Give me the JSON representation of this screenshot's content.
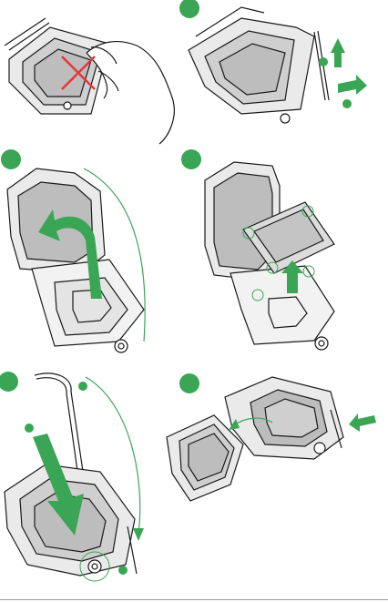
{
  "figure": {
    "steps": [
      {
        "name": "remove-cover-warning",
        "marker": ""
      },
      {
        "name": "release-load-lever",
        "marker": ""
      },
      {
        "name": "lift-load-plate",
        "marker": ""
      },
      {
        "name": "insert-cpu",
        "marker": ""
      },
      {
        "name": "close-plate-and-lever",
        "marker": ""
      },
      {
        "name": "remove-pnp-cap",
        "marker": ""
      }
    ]
  },
  "colors": {
    "arrow": "#3aa655",
    "forbid": "#e8343b",
    "line": "#1a1a1a",
    "socket_fill": "#cfcfcf"
  }
}
